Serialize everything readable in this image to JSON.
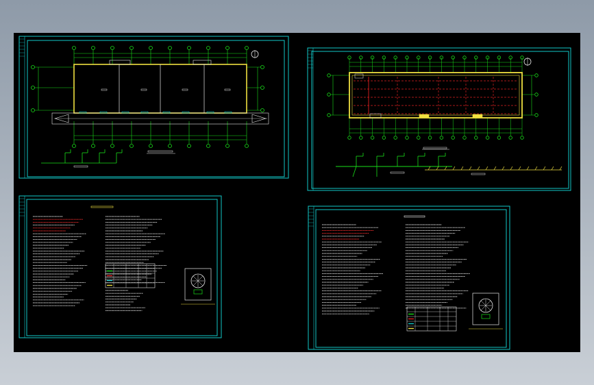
{
  "colors": {
    "frame": "#12c8c8",
    "grid": "#19e019",
    "wall": "#f0e040",
    "pipe_red": "#e02020",
    "text_white": "#e8e8e8",
    "text_red": "#ff3030",
    "background": "#000000"
  },
  "sheets": [
    {
      "id": "sheet-1",
      "kind": "plan"
    },
    {
      "id": "sheet-2",
      "kind": "plan"
    },
    {
      "id": "sheet-3",
      "kind": "notes"
    },
    {
      "id": "sheet-4",
      "kind": "notes"
    }
  ],
  "icons": {
    "north_arrow": "north-arrow-icon",
    "fan_detail": "fan-detail-icon"
  }
}
